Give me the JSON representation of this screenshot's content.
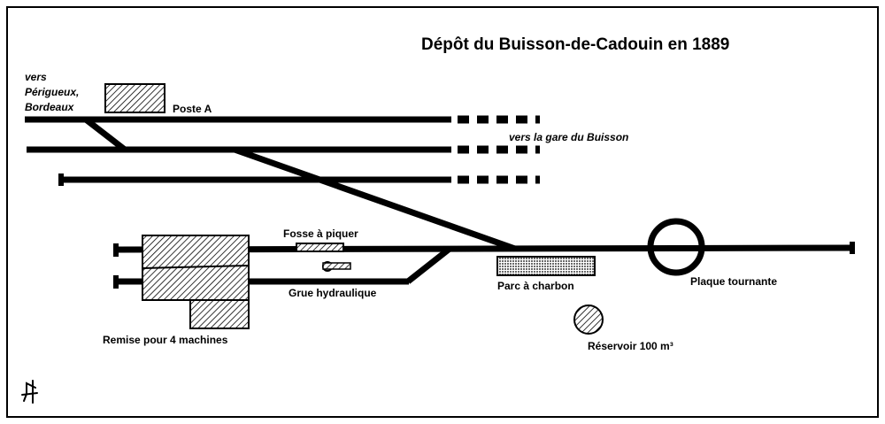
{
  "title": "Dépôt du Buisson-de-Cadouin en 1889",
  "labels": {
    "to_perigueux_line1": "vers",
    "to_perigueux_line2": "Périgueux,",
    "to_perigueux_line3": "Bordeaux",
    "poste_a": "Poste A",
    "to_station": "vers la gare du Buisson",
    "fosse": "Fosse à piquer",
    "grue": "Grue hydraulique",
    "parc": "Parc à charbon",
    "plaque": "Plaque tournante",
    "remise": "Remise pour 4 machines",
    "reservoir": "Réservoir 100 m³"
  },
  "signature": "author-signature",
  "colors": {
    "ink": "#000000",
    "hatch": "#000000",
    "background": "#ffffff"
  }
}
